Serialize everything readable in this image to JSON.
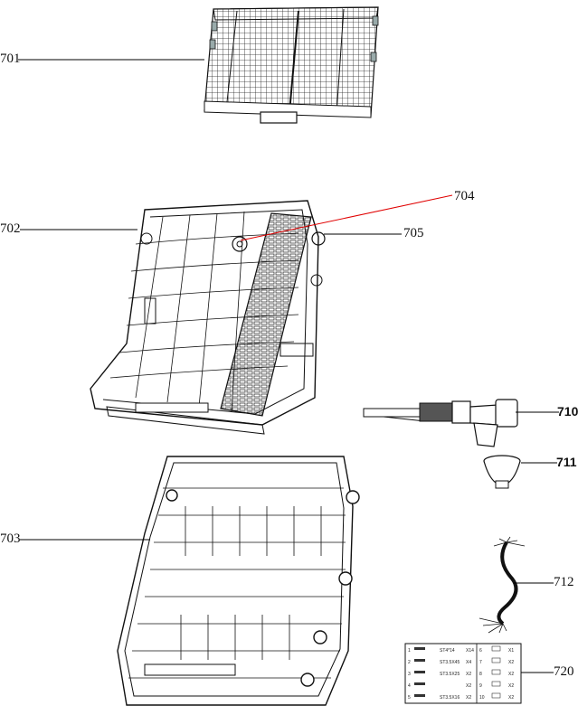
{
  "parts": [
    {
      "id": "upper-rack-cutlery-tray",
      "label": "701"
    },
    {
      "id": "upper-basket",
      "label": "702"
    },
    {
      "id": "upper-basket-component-704",
      "label": "704"
    },
    {
      "id": "upper-basket-component-705",
      "label": "705"
    },
    {
      "id": "lower-basket",
      "label": "703"
    },
    {
      "id": "water-inlet-hose",
      "label": "710"
    },
    {
      "id": "knob-cap",
      "label": "711"
    },
    {
      "id": "wire-harness",
      "label": "712"
    },
    {
      "id": "accessory-kit",
      "label": "720"
    }
  ],
  "kit_table": {
    "rows_left": [
      {
        "num": "1",
        "spec": "ST4*14",
        "qty": "X14"
      },
      {
        "num": "2",
        "spec": "ST3.5X45",
        "qty": "X4"
      },
      {
        "num": "3",
        "spec": "ST3.5X25",
        "qty": "X2"
      },
      {
        "num": "4",
        "spec": "",
        "qty": "X2"
      },
      {
        "num": "5",
        "spec": "ST3.5X16",
        "qty": "X2"
      }
    ],
    "rows_right": [
      {
        "num": "6",
        "qty": "X1"
      },
      {
        "num": "7",
        "qty": "X2"
      },
      {
        "num": "8",
        "qty": "X2"
      },
      {
        "num": "9",
        "qty": "X2"
      },
      {
        "num": "10",
        "qty": "X2"
      }
    ]
  },
  "colors": {
    "line": "#1a1a1a",
    "leader": "#000000",
    "highlight_leader": "#e00000",
    "hose_band": "#333333"
  }
}
